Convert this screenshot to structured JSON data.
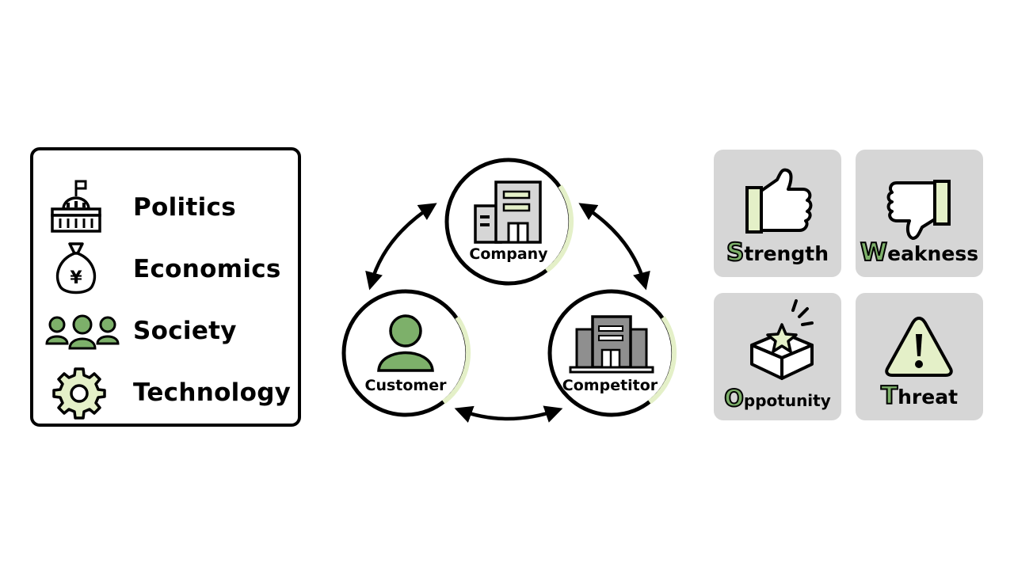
{
  "colors": {
    "accent_green": "#7db06a",
    "light_green": "#e4f0c8",
    "tile_gray": "#d6d6d6",
    "outline": "#000000"
  },
  "pest": {
    "items": [
      {
        "label": "Politics",
        "icon": "government-building-icon"
      },
      {
        "label": "Economics",
        "icon": "money-bag-yen-icon"
      },
      {
        "label": "Society",
        "icon": "people-group-icon"
      },
      {
        "label": "Technology",
        "icon": "gear-icon"
      }
    ]
  },
  "three_c": {
    "company": {
      "label": "Company",
      "icon": "office-building-icon"
    },
    "customer": {
      "label": "Customer",
      "icon": "person-icon"
    },
    "competitor": {
      "label": "Competitor",
      "icon": "competitor-building-icon"
    }
  },
  "swot": {
    "strength": {
      "initial": "S",
      "rest": "trength",
      "icon": "thumbs-up-icon"
    },
    "weakness": {
      "initial": "W",
      "rest": "eakness",
      "icon": "thumbs-down-icon"
    },
    "opportunity": {
      "initial": "O",
      "rest": "ppotunity",
      "icon": "gift-box-star-icon"
    },
    "threat": {
      "initial": "T",
      "rest": "hreat",
      "icon": "warning-sign-icon"
    }
  }
}
